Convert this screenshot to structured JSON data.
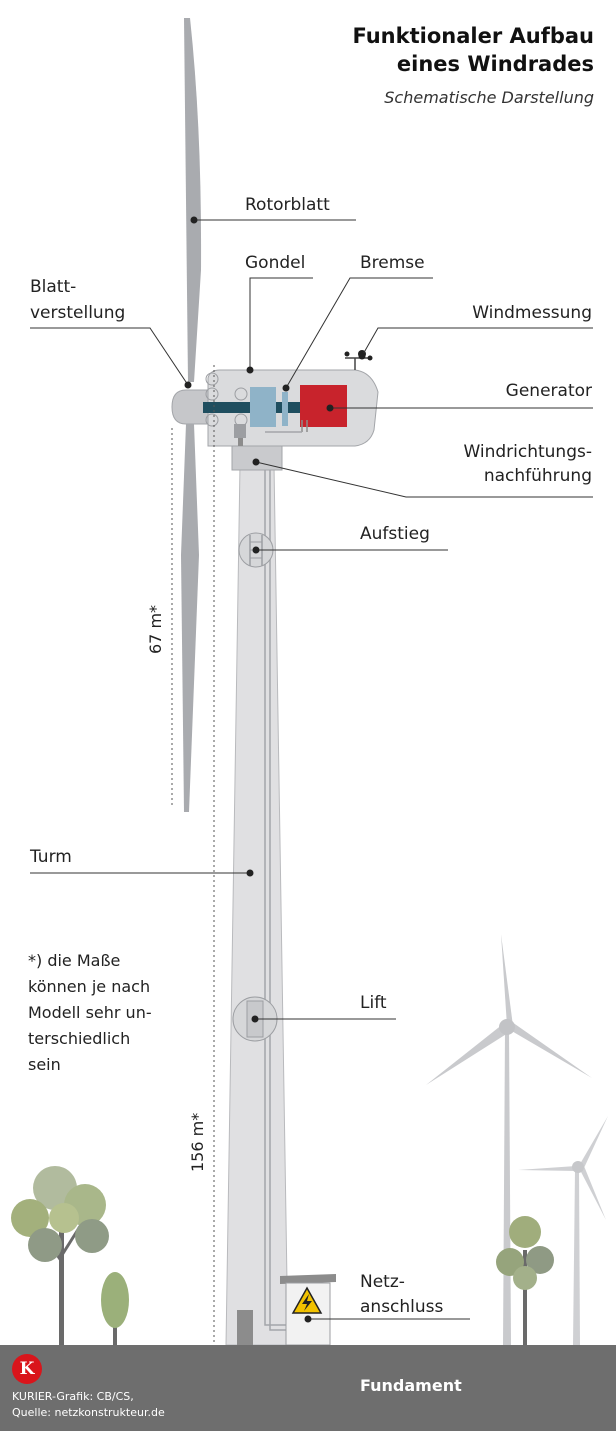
{
  "title": "Funktionaler Aufbau\neines Windrades",
  "subtitle": "Schematische Darstellung",
  "labels": {
    "rotorblatt": "Rotorblatt",
    "gondel": "Gondel",
    "bremse": "Bremse",
    "blattverstellung": "Blatt-\nverstellung",
    "windmessung": "Windmessung",
    "generator": "Generator",
    "windrichtung": "Windrichtungs-\nnachführung",
    "aufstieg": "Aufstieg",
    "turm": "Turm",
    "lift": "Lift",
    "netzanschluss": "Netz-\nanschluss",
    "fundament": "Fundament"
  },
  "dimensions": {
    "blade": "67 m*",
    "tower": "156 m*"
  },
  "footnote": "*) die Maße\nkönnen je nach\nModell sehr un-\nterschiedlich\nsein",
  "credit": "KURIER-Grafik: CB/CS,\nQuelle: netzkonstrukteur.de",
  "logo_letter": "K",
  "colors": {
    "generator": "#c8232c",
    "shaft": "#1f4e5f",
    "gear": "#8fb3c8",
    "ground": "#6e6e6e",
    "tower": "#e0e0e2",
    "blade": "#a9abaf",
    "trees": "#9bb07a",
    "logo": "#d9151b"
  },
  "icons": {
    "warning": "high-voltage-warning-icon",
    "logo": "kurier-logo-icon"
  }
}
